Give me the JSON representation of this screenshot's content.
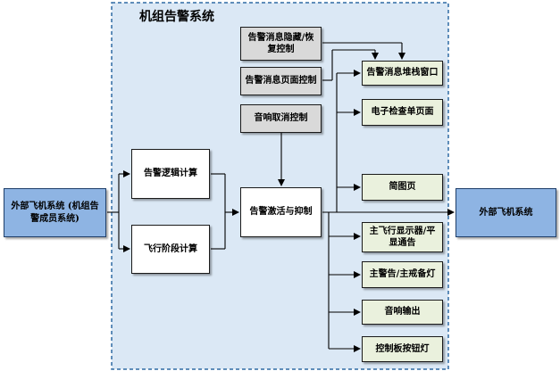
{
  "system_title": "机组告警系统",
  "external_input": "外部飞机系统 (机组告警成员系统)",
  "external_output": "外部飞机系统",
  "logic_blocks": {
    "alert_logic": "告警逻辑计算",
    "flight_phase": "飞行阶段计算"
  },
  "core_block": "告警激活与抑制",
  "control_blocks": {
    "hide_restore": "告警消息隐藏/恢复控制",
    "page_control": "告警消息页面控制",
    "aural_cancel": "音响取消控制"
  },
  "outputs": [
    "告警消息堆栈窗口",
    "电子检查单页面",
    "简图页",
    "主飞行显示器/平显通告",
    "主警告/主戒备灯",
    "音响输出",
    "控制板按钮灯"
  ],
  "colors": {
    "system_fill": "#dbe8f5",
    "system_border": "#2f6aa3",
    "external_fill": "#8eb4e3",
    "output_fill": "#eaf1dd",
    "control_fill": "#d9d9d9"
  }
}
